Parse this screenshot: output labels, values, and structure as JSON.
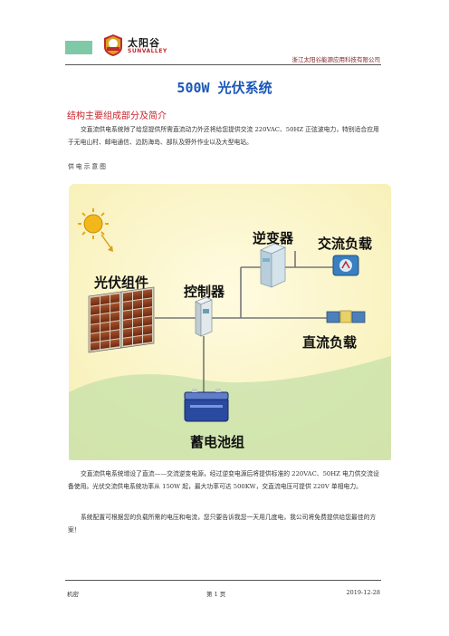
{
  "header": {
    "logo_cn": "太阳谷",
    "logo_en": "SUNVALLEY",
    "company": "浙江太阳谷能源应用科技有限公司"
  },
  "title": "500W 光伏系统",
  "section_title": "结构主要组成部分及简介",
  "paragraphs": [
    "交直流供电系统除了给您提供所需直流动力外还将给您提供交流 220VAC、50HZ 正弦波电力，特别适合应用于无电山村、邮电通信、边防海岛、部队及野外作业以及大型电站。",
    "交直流供电系统增设了直流——交流逆变电源，经过逆变电源后将提供标准的 220VAC、50HZ 电力供交流设备使用。光伏交流供电系统功率从 150W 起，最大功率可达 500KW，交直流电压可提供 220V 单相电力。",
    "系统配置可根据您的负载所需的电压和电流，您只要告诉我您一天用几度电，我公司将免费提供给您最佳的方案！"
  ],
  "caption": "供电示意图",
  "diagram": {
    "labels": {
      "inverter": "逆变器",
      "ac_load": "交流负载",
      "pv_module": "光伏组件",
      "controller": "控制器",
      "dc_load": "直流负载",
      "battery": "蓄电池组"
    },
    "colors": {
      "background": "#fcf6c6",
      "green_band": "#c2e0a8",
      "line": "#777777",
      "panel": "#8a3a1e",
      "battery": "#2a4aa0"
    }
  },
  "footer": {
    "left": "机密",
    "center": "第 1 页",
    "right": "2019-12-28"
  }
}
